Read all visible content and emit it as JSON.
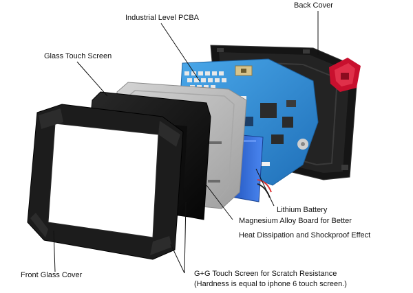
{
  "labels": {
    "back_cover": "Back Cover",
    "pcba": "Industrial Level PCBA",
    "glass_touch": "Glass Touch Screen",
    "battery": "Lithium Battery",
    "magnesium_line1": "Magnesium Alloy Board for Better",
    "magnesium_line2": "Heat Dissipation and Shockproof Effect",
    "front_glass": "Front Glass Cover",
    "gg_line1": "G+G Touch Screen for Scratch Resistance",
    "gg_line2": "(Hardness is equal to iphone 6 touch screen.)"
  },
  "colors": {
    "accent_red": "#c8102e",
    "pcb_blue": "#2a8fd6",
    "battery_blue": "#2f67d8",
    "frame_black": "#1a1a1a",
    "plate_gray": "#b9b9b9"
  }
}
